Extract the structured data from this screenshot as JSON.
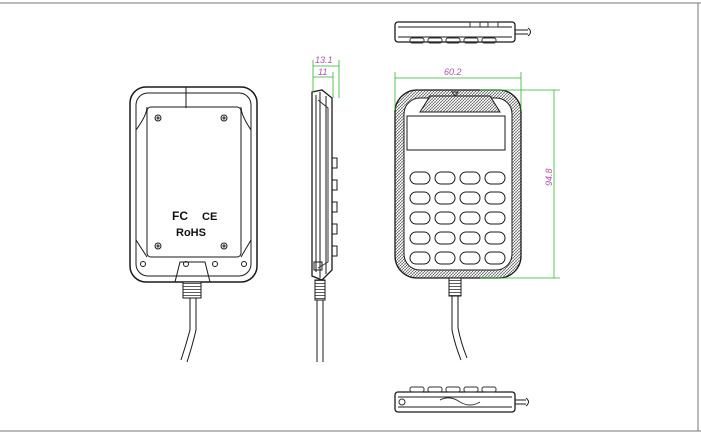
{
  "drawing": {
    "dimensions": {
      "side_outer": "13.1",
      "side_inner": "11",
      "front_width": "60.2",
      "front_height": "94.8"
    },
    "back_marks": {
      "fcc": "FC",
      "ce": "CE",
      "rohs": "RoHS"
    },
    "colors": {
      "line": "#1a1a1a",
      "dimension_line": "#2fb32f",
      "dimension_text": "#b04fb0",
      "frame_border": "#777777",
      "keypad_hatch": "#555555"
    }
  }
}
